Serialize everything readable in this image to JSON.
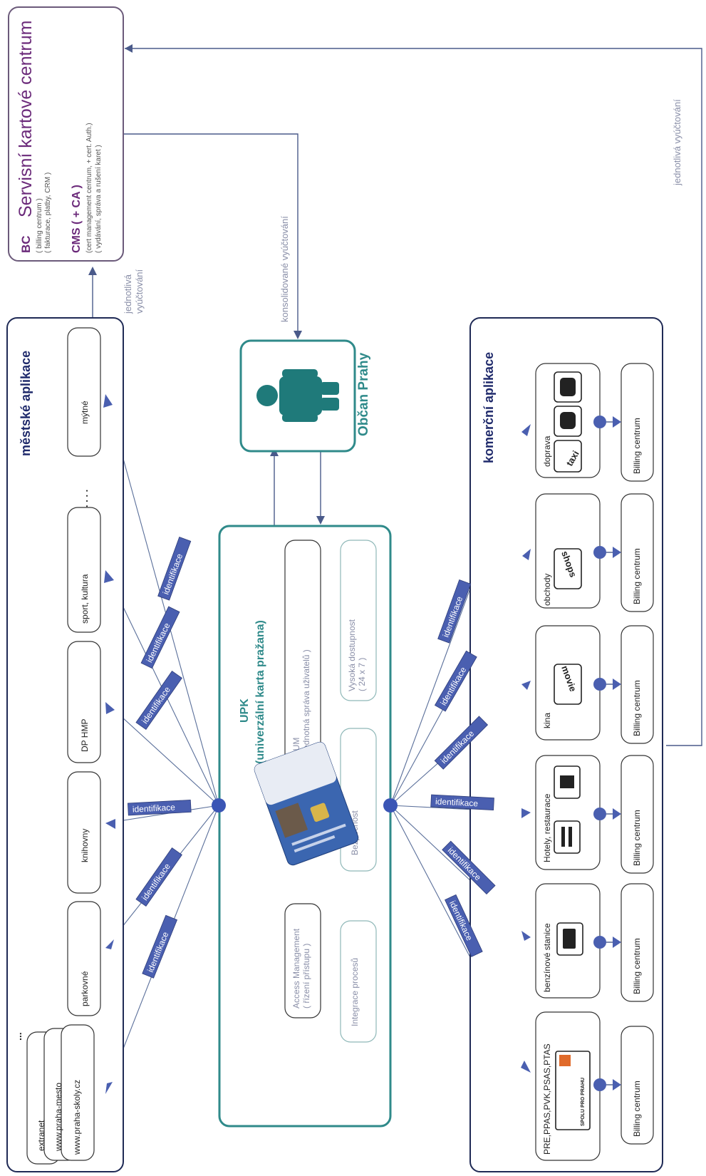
{
  "service_center": {
    "title": "Servisní kartové centrum",
    "bc_heading": "BC",
    "bc_line1": "( billing centrum )",
    "bc_line2": "( fakturace, platby, CRM )",
    "cms_heading": "CMS ( + CA )",
    "cms_line1": "(cert management centrum, + cert. Auth.)",
    "cms_line2": "( vydávání, správa a rušení karet )"
  },
  "connectors": {
    "jednotliva_right": "jednotlivá vyúčtování",
    "jednotliva_left_1": "jednotlivá",
    "jednotliva_left_2": "vyúčtování",
    "konsolidovane": "konsolidované vyúčtování",
    "identifikace": "identifikace"
  },
  "citizen": {
    "title": "Občan Prahy"
  },
  "upk": {
    "title": "UPK",
    "subtitle": "(univerzální karta pražana)",
    "uum_line1": "UUM",
    "uum_line2": "( jednotná správa uživatelů )",
    "availability_line1": "Vysoká dostupnost",
    "availability_line2": "( 24 x 7 )",
    "security": "Bezpečnost",
    "access_line1": "Access Management",
    "access_line2": "( řízení přístupu )",
    "integration": "Integrace procesů"
  },
  "city_apps": {
    "title": "městské aplikace",
    "items": [
      "mýtné",
      ". . . .",
      "sport, kultura",
      "DP HMP",
      "knihovny",
      "parkovné"
    ],
    "web_items": [
      "extranet",
      "www.praha-mesto",
      "www.praha-skoly.cz"
    ],
    "ellipsis": "..."
  },
  "commercial_apps": {
    "title": "komerční aplikace",
    "billing_label": "Billing centrum",
    "items": [
      {
        "label": "dopravа",
        "icons": [
          "taxi",
          "train",
          "tram"
        ]
      },
      {
        "label": "obchody",
        "icons": [
          "shops"
        ]
      },
      {
        "label": "kina",
        "icons": [
          "movie"
        ]
      },
      {
        "label": "Hotely, restaurace",
        "icons": [
          "bed",
          "fork-knife"
        ]
      },
      {
        "label": "benzínové stanice",
        "icons": [
          "fuel"
        ]
      },
      {
        "label": "PRE,PPAS,PVK,PSAS,PTAS",
        "icons": [
          "spolu-pro-prahu"
        ]
      }
    ],
    "icon_texts": {
      "taxi": "taxi",
      "shops": "shops",
      "movie": "movie",
      "spolu": "SPOLU PRO PRAHU"
    }
  },
  "colors": {
    "purple": "#6b2a7a",
    "navy": "#1f2a6b",
    "teal": "#2f8a8a",
    "connector": "#4a5fb0"
  }
}
